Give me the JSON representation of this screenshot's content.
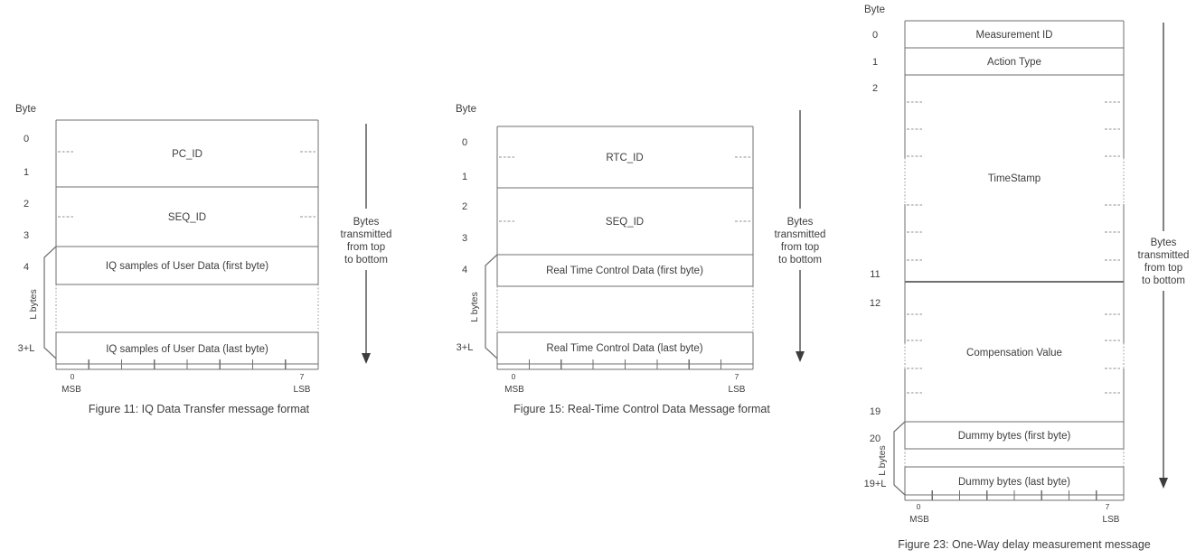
{
  "colors": {
    "line": "#6f6f6f",
    "text": "#3d3d3d",
    "dash": "#8f8f8f",
    "dotted": "#9a9a9a",
    "background": "#ffffff"
  },
  "figures": [
    {
      "name": "IQ Data Transfer message format",
      "byte_header": "Byte",
      "byte_labels": [
        "0",
        "1",
        "2",
        "3",
        "4",
        "3+L"
      ],
      "fields": [
        "PC_ID",
        "SEQ_ID",
        "IQ samples of User Data (first byte)",
        "IQ samples of User Data (last byte)"
      ],
      "length_bracket": "L bytes",
      "bit_ruler": {
        "first": "0",
        "last": "7",
        "msb": "MSB",
        "lsb": "LSB"
      },
      "note": [
        "Bytes",
        "transmitted",
        "from top",
        "to bottom"
      ],
      "caption": "Figure 11: IQ Data Transfer message format"
    },
    {
      "name": "Real-Time Control Data Message format",
      "byte_header": "Byte",
      "byte_labels": [
        "0",
        "1",
        "2",
        "3",
        "4",
        "3+L"
      ],
      "fields": [
        "RTC_ID",
        "SEQ_ID",
        "Real Time Control Data (first byte)",
        "Real Time Control Data (last byte)"
      ],
      "length_bracket": "L bytes",
      "bit_ruler": {
        "first": "0",
        "last": "7",
        "msb": "MSB",
        "lsb": "LSB"
      },
      "note": [
        "Bytes",
        "transmitted",
        "from top",
        "to bottom"
      ],
      "caption": "Figure 15: Real-Time Control Data Message format"
    },
    {
      "name": "One-Way delay measurement message",
      "byte_header": "Byte",
      "byte_labels": [
        "0",
        "1",
        "2",
        "11",
        "12",
        "19",
        "20",
        "19+L"
      ],
      "fields": [
        "Measurement ID",
        "Action Type",
        "TimeStamp",
        "Compensation Value",
        "Dummy bytes (first byte)",
        "Dummy bytes (last byte)"
      ],
      "length_bracket": "L bytes",
      "bit_ruler": {
        "first": "0",
        "last": "7",
        "msb": "MSB",
        "lsb": "LSB"
      },
      "note": [
        "Bytes",
        "transmitted",
        "from top",
        "to bottom"
      ],
      "caption": "Figure 23: One-Way delay measurement message"
    }
  ]
}
